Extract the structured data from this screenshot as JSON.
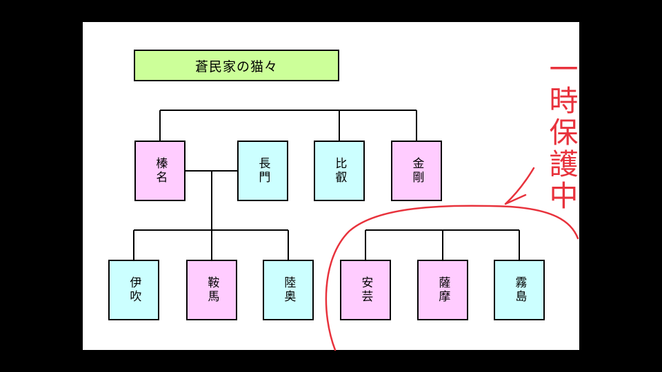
{
  "title": "蒼民家の猫々",
  "colors": {
    "pink": "#ffccff",
    "cyan": "#ccffff",
    "title_bg": "#ccff99",
    "annotation": "#e8323c"
  },
  "nodes": {
    "haruna": "榛名",
    "nagato": "長門",
    "hiei": "比叡",
    "kongo": "金剛",
    "ibuki": "伊吹",
    "kurama": "鞍馬",
    "mutsu": "陸奥",
    "aki": "安芸",
    "satsuma": "薩摩",
    "kirishima": "霧島"
  },
  "annotation": {
    "text": "一時保護中"
  }
}
